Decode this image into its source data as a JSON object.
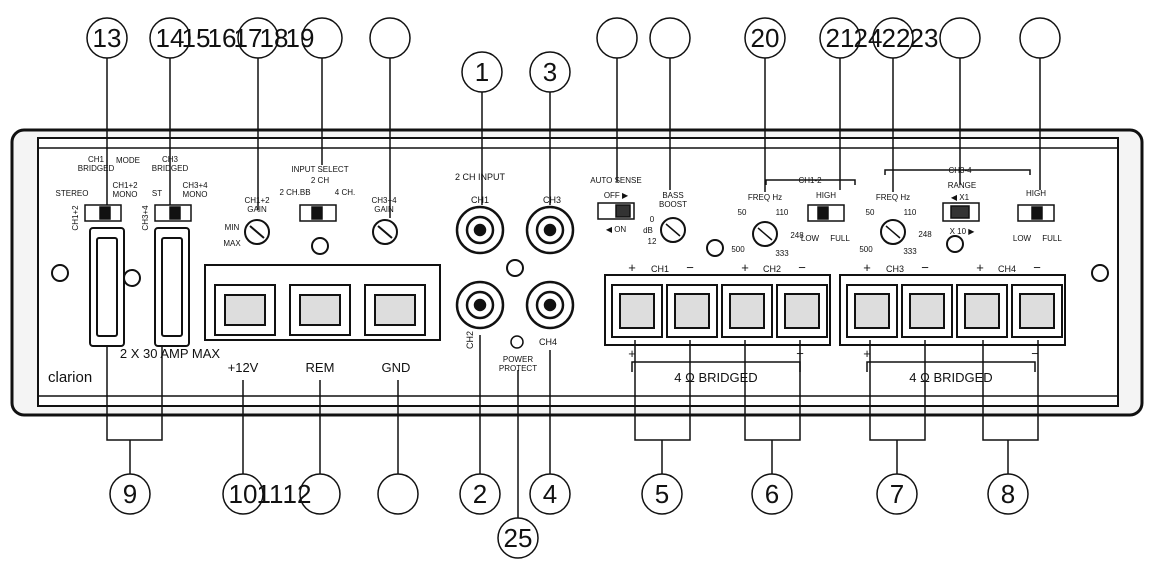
{
  "brand": "clarion",
  "panel_text": {
    "mode_title": "MODE",
    "ch1_bridged": "CH1\nBRIDGED",
    "ch3_bridged": "CH3\nBRIDGED",
    "stereo": "STEREO",
    "ch12_mono": "CH1+2\nMONO",
    "st": "ST",
    "ch34_mono": "CH3+4\nMONO",
    "ch12_small": "CH1+2",
    "ch34_small": "CH3+4",
    "ch12_gain": "CH1+2\nGAIN",
    "ch34_gain": "CH3+4\nGAIN",
    "min": "MIN",
    "max": "MAX",
    "input_select": "INPUT SELECT",
    "input_2ch": "2 CH",
    "input_2chbb": "2 CH.BB",
    "input_4ch": "4 CH.",
    "ch_input": "2 CH INPUT",
    "ch1": "CH1",
    "ch2": "CH2",
    "ch3": "CH3",
    "ch4": "CH4",
    "power_protect": "POWER\nPROTECT",
    "auto_sense": "AUTO SENSE",
    "off": "OFF ▶",
    "on": "◀ ON",
    "bass_boost": "BASS\nBOOST",
    "bb_0": "0",
    "bb_6": "dB",
    "bb_12": "12",
    "freq_hz": "FREQ Hz",
    "f50": "50",
    "f110": "110",
    "f248": "248",
    "f500": "500",
    "f333": "333",
    "ch12_bracket": "CH1-2",
    "ch34_bracket": "CH3-4",
    "high": "HIGH",
    "low": "LOW",
    "full": "FULL",
    "range": "RANGE",
    "x1": "◀ X1",
    "x10": "X 10 ▶",
    "fuse": "2 X 30 AMP MAX",
    "plus12v": "+12V",
    "rem": "REM",
    "gnd": "GND",
    "plus": "+",
    "minus": "−",
    "bridged": "4 Ω  BRIDGED"
  },
  "callouts_top": [
    "13",
    "14",
    "15",
    "16",
    "17",
    "18",
    "19",
    "",
    "1",
    "3",
    "",
    "",
    "20",
    "21",
    "24",
    "22",
    "23",
    ""
  ],
  "callouts_bottom": [
    "9",
    "10",
    "11",
    "12",
    "",
    "2",
    "4",
    "5",
    "6",
    "7",
    "8",
    "25"
  ]
}
